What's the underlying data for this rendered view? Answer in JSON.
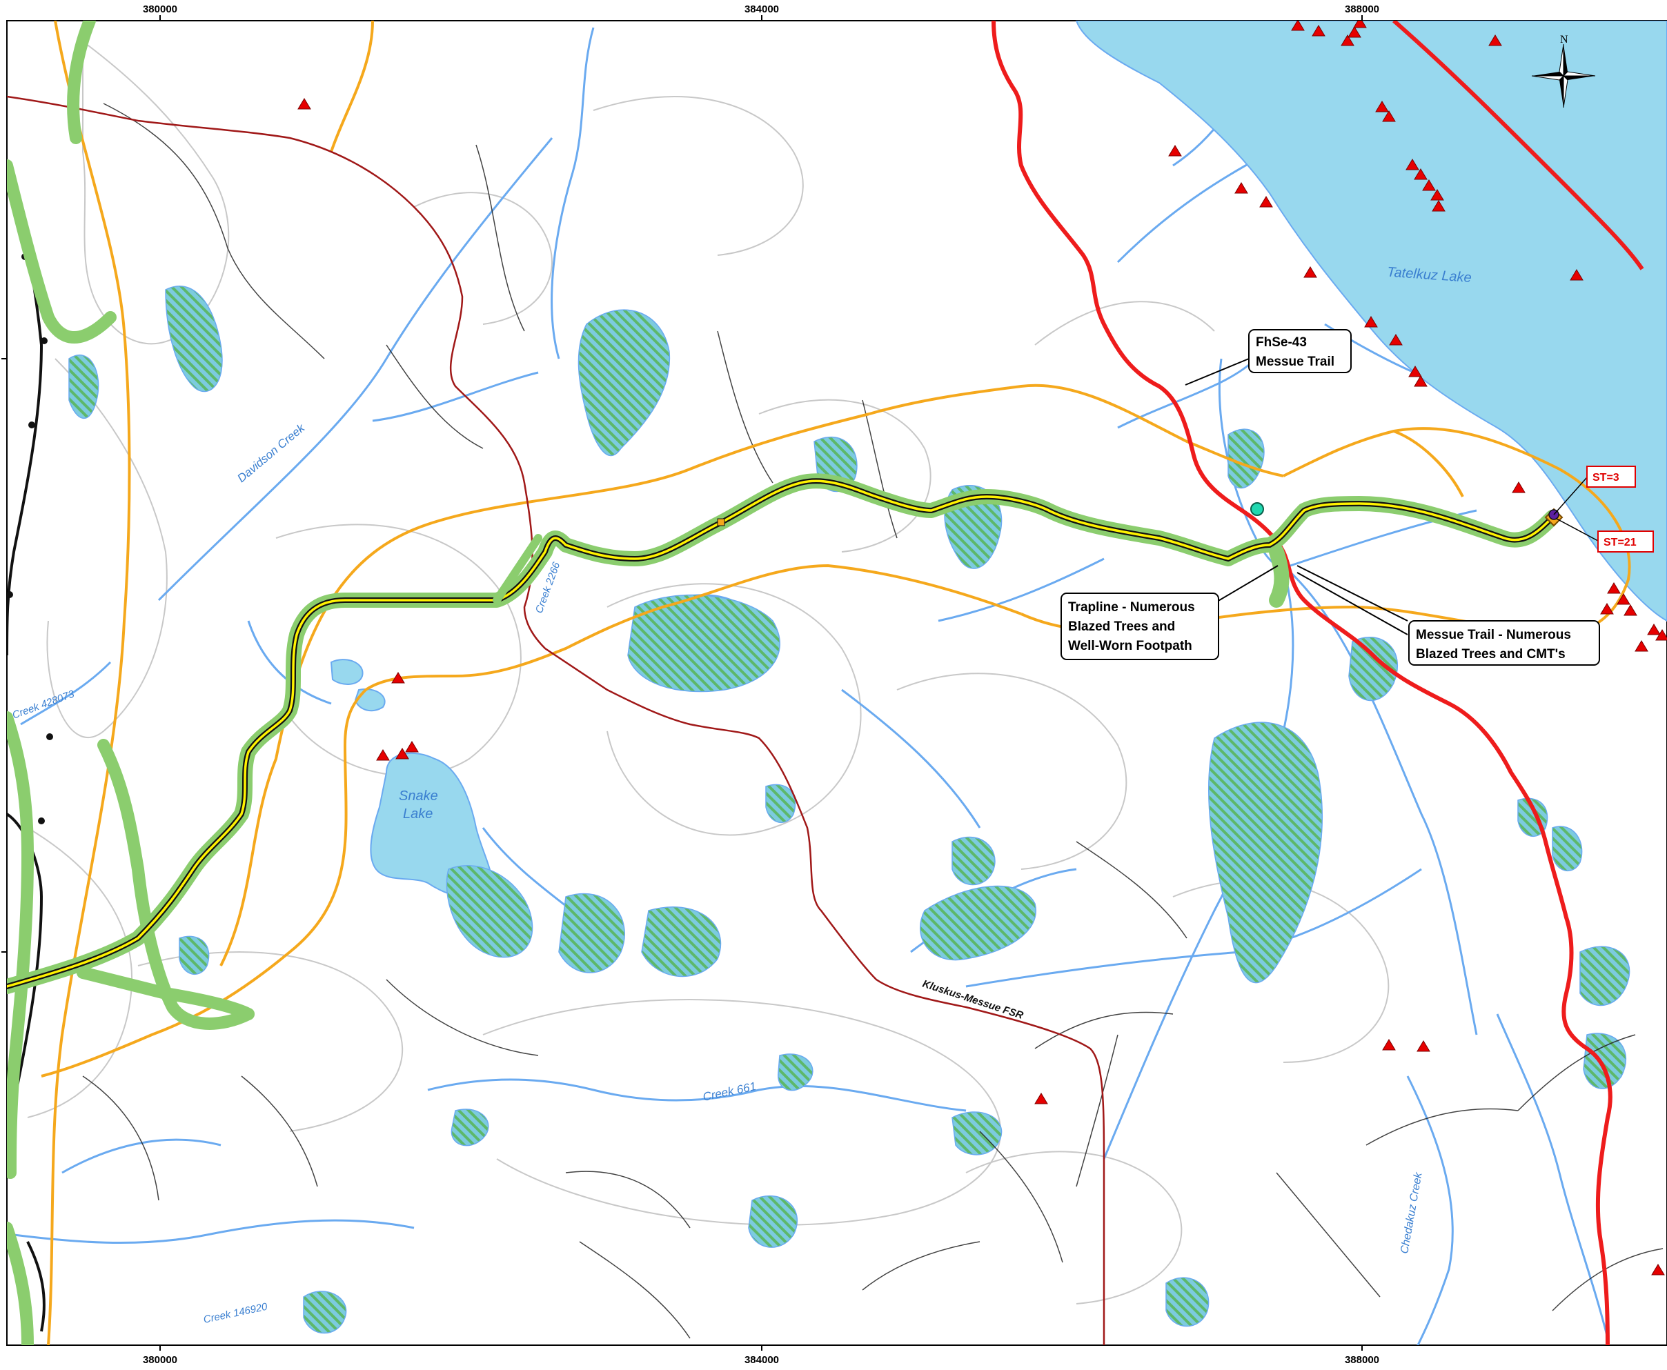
{
  "colors": {
    "lake": "#98d8ee",
    "wetland_fill": "#7ccbdf",
    "wetland_hatch": "#5db86a",
    "creek": "#6aaaf0",
    "contour": "#c8c8c8",
    "road_black": "#222222",
    "fsr": "#a01818",
    "heritage_trail": "#ee1c1c",
    "buffer": "#f5a81c",
    "corridor_green": "#8bcd6e",
    "route_yellow": "#fff200",
    "site_triangle": "#e60000"
  },
  "axes": {
    "top_ticks": [
      "380000",
      "384000",
      "388000"
    ],
    "bottom_ticks": [
      "380000",
      "384000",
      "388000"
    ]
  },
  "labels": {
    "lakes": {
      "tatelkuz": "Tatelkuz Lake",
      "snake_line1": "Snake",
      "snake_line2": "Lake"
    },
    "creeks": {
      "davidson": "Davidson Creek",
      "creek_428073": "Creek 428073",
      "creek_226_partial": "Creek 2266",
      "creek_661": "Creek 661",
      "creek_146920": "Creek 146920",
      "chedakuz": "Chedakuz Creek"
    },
    "roads": {
      "fsr": "Kluskus-Messue FSR"
    }
  },
  "callouts": {
    "fhse43": {
      "line1": "FhSe-43",
      "line2": "Messue Trail"
    },
    "trapline": {
      "line1": "Trapline - Numerous",
      "line2": "Blazed Trees and",
      "line3": "Well-Worn Footpath"
    },
    "messue": {
      "line1": "Messue Trail - Numerous",
      "line2": "Blazed Trees and CMT's"
    },
    "st3": "ST=3",
    "st21": "ST=21"
  },
  "north_arrow": {
    "label": "N",
    "icon": "north-arrow-icon"
  }
}
